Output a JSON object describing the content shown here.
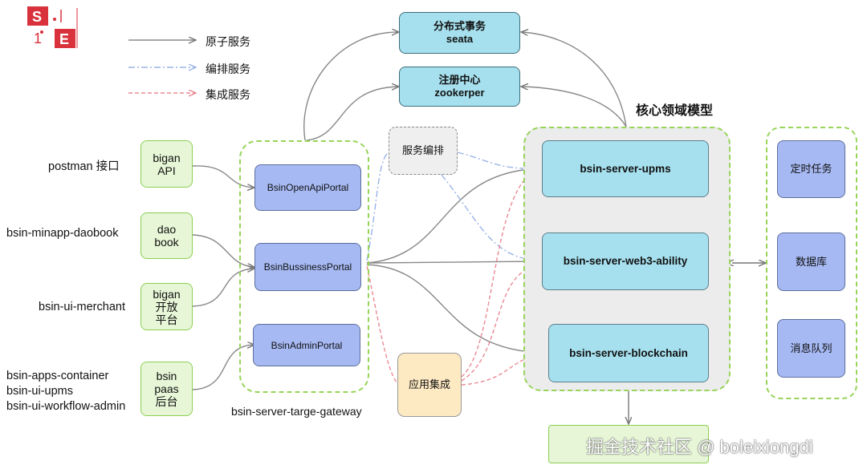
{
  "logo": {
    "text": "SE"
  },
  "legend": [
    {
      "label": "原子服务",
      "color": "#8a8a8a",
      "style": "solid"
    },
    {
      "label": "编排服务",
      "color": "#9bb4e6",
      "style": "dashdot"
    },
    {
      "label": "集成服务",
      "color": "#e98a94",
      "style": "dashed"
    }
  ],
  "top": {
    "seata": {
      "line1": "分布式事务",
      "line2": "seata"
    },
    "zookeeper": {
      "line1": "注册中心",
      "line2": "zookerper"
    }
  },
  "clients": [
    {
      "label": "postman 接口",
      "box": [
        "bigan",
        "API"
      ]
    },
    {
      "label": "bsin-minapp-daobook",
      "box": [
        "dao",
        "book"
      ]
    },
    {
      "label": "bsin-ui-merchant",
      "box": [
        "bigan",
        "开放",
        "平台"
      ]
    },
    {
      "label_lines": [
        "bsin-apps-container",
        "bsin-ui-upms",
        "bsin-ui-workflow-admin"
      ],
      "box": [
        "bsin",
        "paas",
        "后台"
      ]
    }
  ],
  "gateway": {
    "portals": [
      "BsinOpenApiPortal",
      "BsinBussinessPortal",
      "BsinAdminPortal"
    ],
    "label": "bsin-server-targe-gateway"
  },
  "orchestration": "服务编排",
  "integration": "应用集成",
  "core": {
    "title": "核心领域模型",
    "services": [
      "bsin-server-upms",
      "bsin-server-web3-ability",
      "bsin-server-blockchain"
    ]
  },
  "infra": [
    "定时任务",
    "数据库",
    "消息队列"
  ],
  "watermark": "掘金技术社区 @ boleixiongdi"
}
